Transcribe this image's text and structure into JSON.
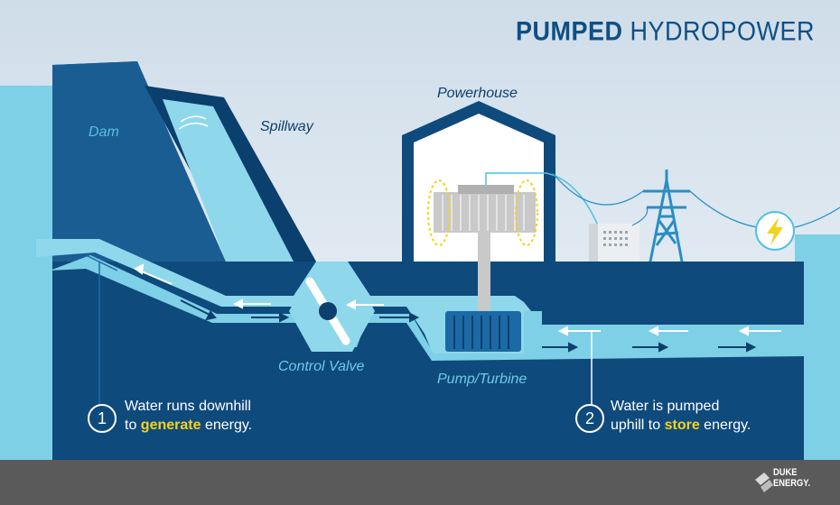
{
  "title": {
    "bold": "PUMPED",
    "light": "HYDROPOWER"
  },
  "labels": {
    "dam": "Dam",
    "spillway": "Spillway",
    "powerhouse": "Powerhouse",
    "control_valve": "Control Valve",
    "pump_turbine": "Pump/Turbine"
  },
  "steps": [
    {
      "number": "1",
      "line1": "Water runs downhill",
      "prefix": "to ",
      "highlight": "generate",
      "suffix": " energy."
    },
    {
      "number": "2",
      "line1": "Water is pumped",
      "prefix": "uphill to ",
      "highlight": "store",
      "suffix": " energy."
    }
  ],
  "logo": {
    "line1": "DUKE",
    "line2": "ENERGY."
  },
  "icons": [
    "lightning-bolt-icon",
    "transmission-tower-icon",
    "transformer-icon",
    "generator-icon",
    "turbine-icon",
    "valve-icon",
    "duke-energy-logo-icon"
  ],
  "colors": {
    "sky": "#d8e4ef",
    "dark_blue": "#0d4f86",
    "mid_blue": "#1b6aa5",
    "water": "#7dd0e6",
    "light_water": "#9fdcee",
    "ground": "#5a5a5a",
    "highlight": "#f5d21a"
  }
}
